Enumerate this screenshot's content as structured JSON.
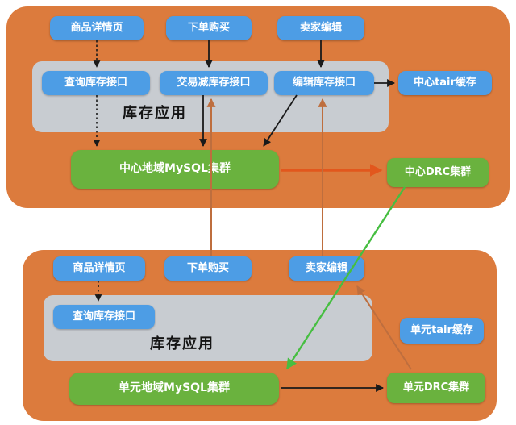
{
  "top_panel": {
    "entry_nodes": [
      {
        "label": "商品详情页"
      },
      {
        "label": "下单购买"
      },
      {
        "label": "卖家编辑"
      }
    ],
    "app_container": {
      "title": "库存应用",
      "interfaces": [
        {
          "label": "查询库存接口"
        },
        {
          "label": "交易减库存接口"
        },
        {
          "label": "编辑库存接口"
        }
      ]
    },
    "cache_node": {
      "label": "中心tair缓存"
    },
    "mysql_node": {
      "label": "中心地域MySQL集群"
    },
    "drc_node": {
      "label": "中心DRC集群"
    }
  },
  "bottom_panel": {
    "entry_nodes": [
      {
        "label": "商品详情页"
      },
      {
        "label": "下单购买"
      },
      {
        "label": "卖家编辑"
      }
    ],
    "app_container": {
      "title": "库存应用",
      "interfaces": [
        {
          "label": "查询库存接口"
        }
      ]
    },
    "cache_node": {
      "label": "单元tair缓存"
    },
    "mysql_node": {
      "label": "单元地域MySQL集群"
    },
    "drc_node": {
      "label": "单元DRC集群"
    }
  },
  "colors": {
    "panel_orange": "#DC7B3D",
    "node_blue": "#4D9DE5",
    "node_green": "#6AB23E",
    "container_gray": "#C8CCD1",
    "arrow_black": "#1a1a1a",
    "arrow_cross_region_orange": "#BE6E3E",
    "arrow_replication_orange": "#E2571D",
    "arrow_replication_green": "#46BE41"
  }
}
